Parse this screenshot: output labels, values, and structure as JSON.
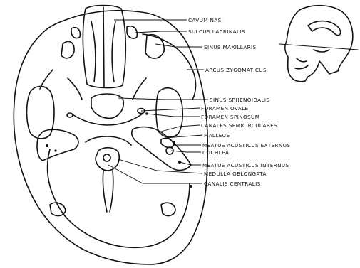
{
  "labels": [
    {
      "id": "cavum-nasi",
      "text": "Cavum nasi"
    },
    {
      "id": "sulcus-lacrinalis",
      "text": "Sulcus lacrinalis"
    },
    {
      "id": "sinus-maxillaris",
      "text": "Sinus maxillaris"
    },
    {
      "id": "arcus-zygomaticus",
      "text": "Arcus zygomaticus"
    },
    {
      "id": "sinus-sphenoidalis",
      "text": "Sinus sphenoidalis"
    },
    {
      "id": "foramen-ovale",
      "text": "Foramen ovale"
    },
    {
      "id": "foramen-spinosum",
      "text": "Foramen spinosum"
    },
    {
      "id": "canales-semicirculares",
      "text": "Canales semicirculares"
    },
    {
      "id": "malleus",
      "text": "Malleus"
    },
    {
      "id": "meatus-acusticus-externus",
      "text": "Meatus acusticus externus"
    },
    {
      "id": "cochlea",
      "text": "Cochlea"
    },
    {
      "id": "meatus-acusticus-internus",
      "text": "Meatus acusticus internus"
    },
    {
      "id": "medulla-oblongata",
      "text": "Medulla oblongata"
    },
    {
      "id": "canalis-centralis",
      "text": "Canalis centralis"
    }
  ],
  "colors": {
    "ink": "#111111",
    "background": "#ffffff"
  },
  "icons": [
    "skull-cross-section-drawing",
    "head-profile-locator-icon"
  ]
}
